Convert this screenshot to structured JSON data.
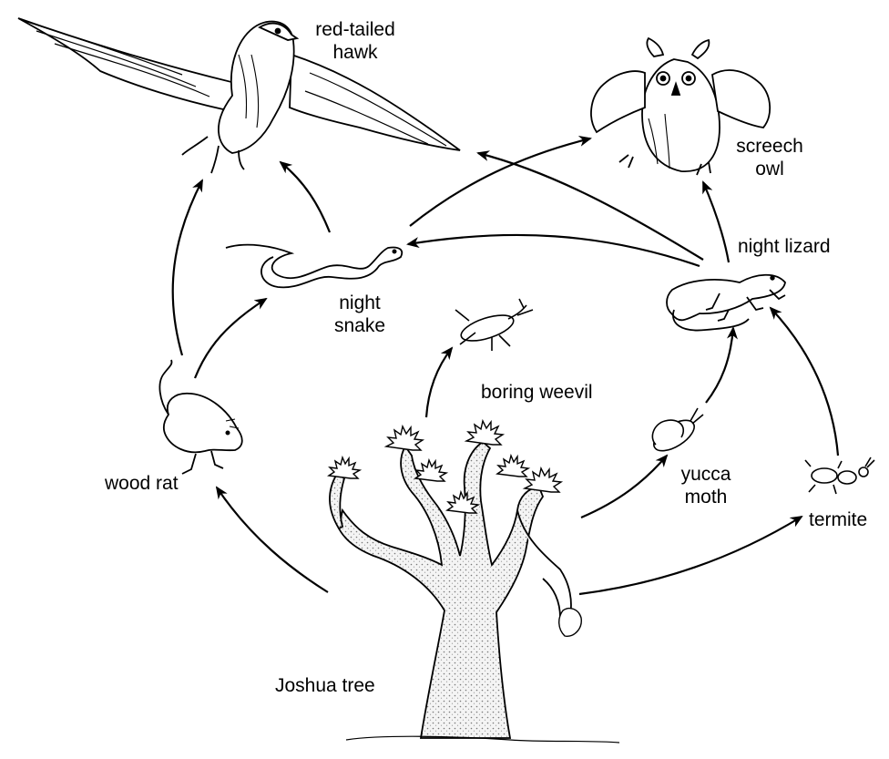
{
  "organisms": {
    "hawk": "red-tailed\nhawk",
    "owl": "screech\nowl",
    "lizard": "night lizard",
    "snake": "night\nsnake",
    "weevil": "boring weevil",
    "rat": "wood rat",
    "moth": "yucca\nmoth",
    "termite": "termite",
    "tree": "Joshua tree"
  },
  "arrows": [
    {
      "from": "wood rat",
      "to": "red-tailed hawk"
    },
    {
      "from": "night snake",
      "to": "red-tailed hawk"
    },
    {
      "from": "night lizard",
      "to": "red-tailed hawk"
    },
    {
      "from": "night snake",
      "to": "screech owl"
    },
    {
      "from": "night lizard",
      "to": "screech owl"
    },
    {
      "from": "night lizard",
      "to": "night snake"
    },
    {
      "from": "wood rat",
      "to": "night snake"
    },
    {
      "from": "Joshua tree",
      "to": "wood rat"
    },
    {
      "from": "Joshua tree",
      "to": "boring weevil"
    },
    {
      "from": "Joshua tree",
      "to": "yucca moth"
    },
    {
      "from": "Joshua tree",
      "to": "termite"
    },
    {
      "from": "yucca moth",
      "to": "night lizard"
    },
    {
      "from": "termite",
      "to": "night lizard"
    }
  ]
}
